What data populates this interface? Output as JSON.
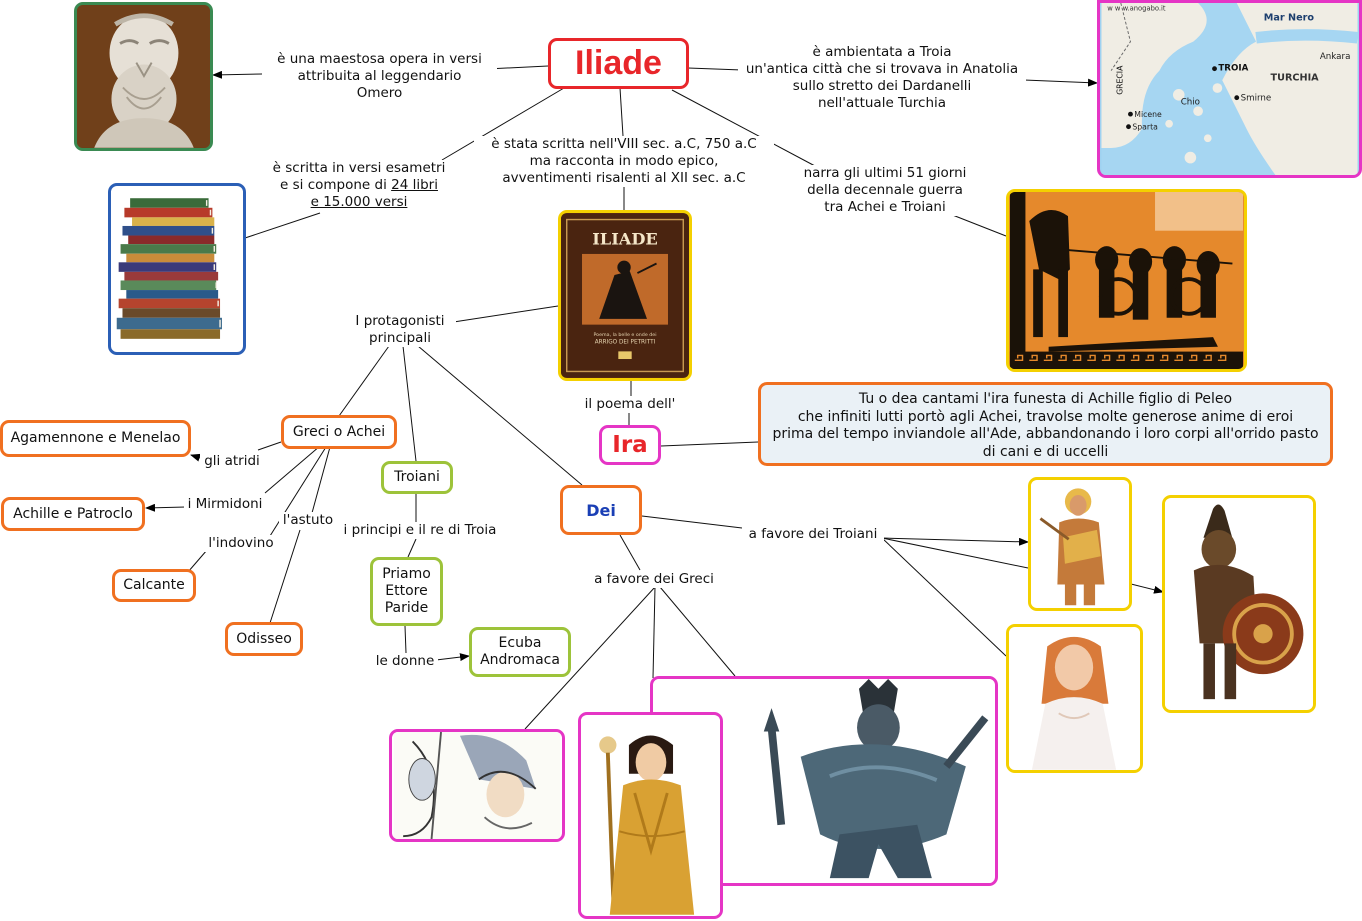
{
  "title": "Iliade",
  "nodes": {
    "ira": "Ira",
    "dei": "Dei",
    "greci": "Greci o Achei",
    "troiani": "Troiani",
    "agamennone": "Agamennone e Menelao",
    "achille": "Achille e Patroclo",
    "calcante": "Calcante",
    "odisseo": "Odisseo",
    "priamo": [
      "Priamo",
      "Ettore",
      "Paride"
    ],
    "ecuba": [
      "Ecuba",
      "Andromaca"
    ],
    "proemio": [
      "Tu o dea cantami l'ira funesta di Achille figlio di Peleo",
      "che infiniti lutti portò agli Achei, travolse molte generose anime di eroi",
      "prima del tempo inviandole all'Ade, abbandonando i loro corpi all'orrido pasto",
      "di cani e di uccelli"
    ]
  },
  "labels": {
    "omero": [
      "è una maestosa opera in versi",
      "attribuita al leggendario",
      "Omero"
    ],
    "troia": [
      "è ambientata a Troia",
      "un'antica città che si trovava in Anatolia",
      "sullo stretto dei Dardanelli",
      "nell'attuale Turchia"
    ],
    "versi_line1": "è scritta in versi esametri",
    "versi_line2a": "e si compone di ",
    "versi_line2b": "24 libri",
    "versi_line3": "e 15.000 versi",
    "scritta": [
      "è stata scritta nell'VIII sec. a.C, 750 a.C",
      "ma racconta in modo epico,",
      "avventimenti risalenti  al XII sec. a.C"
    ],
    "narra": [
      "narra gli ultimi 51 giorni",
      "della decennale guerra",
      "tra Achei e Troiani"
    ],
    "protagonisti": [
      "I protagonisti",
      "principali"
    ],
    "poema": "il poema dell'",
    "atridi": "gli atridi",
    "mirmidoni": "i Mirmidoni",
    "astuto": "l'astuto",
    "indovino": "l'indovino",
    "principi": "i principi e il re di Troia",
    "donne": "le donne",
    "favore_troiani": "a favore dei Troiani",
    "favore_greci": "a favore dei Greci"
  },
  "book_cover": {
    "title": "ILIADE",
    "subtitle": "Poema, la belle e onde dei",
    "subtitle2": "ARRIGO DEI PETRITTI"
  },
  "map": {
    "watermark": "w w w.anogabo.it",
    "places": [
      "Mar Nero",
      "Ankara",
      "TROIA",
      "TURCHIA",
      "GRECIA",
      "Chio",
      "Smirne",
      "Micene",
      "Sparta"
    ]
  },
  "colors": {
    "orange": "#f07020",
    "green": "#9dc33a",
    "magenta": "#e535c5",
    "yellow": "#f4d000",
    "red": "#e8262a",
    "blue": "#2b5fb6",
    "teal_green": "#3a8a52",
    "proemio_bg": "#eaf1f6"
  }
}
